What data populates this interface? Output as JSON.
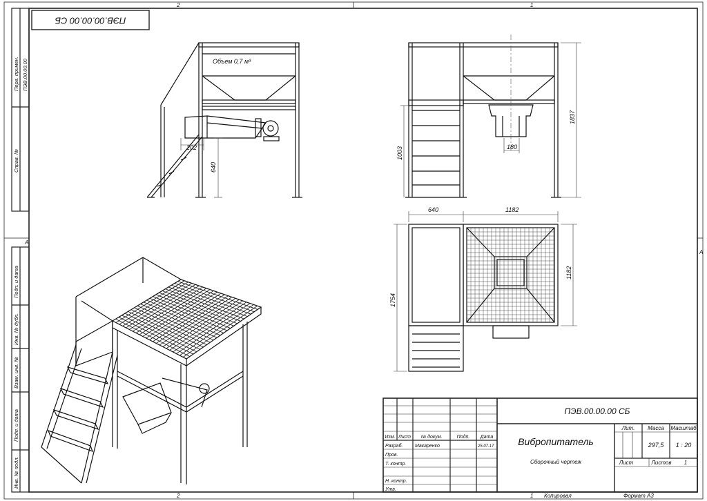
{
  "stamp": "ПЭВ.00.00.00 СБ",
  "zones": {
    "top_left": "2",
    "top_right": "1",
    "bottom_left": "2",
    "bottom_right": "1",
    "left_a": "A",
    "right_a": "A"
  },
  "side_columns": {
    "perv_primen_label": "Перв. примен.",
    "perv_primen_value": "ПЭВ.00.00.00",
    "sprav_label": "Справ. №",
    "podp_data_1": "Подп. и дата",
    "inv_dubl": "Инв. № дубл.",
    "vzam_inv": "Взам. инв. №",
    "podp_data_2": "Подп. и дата",
    "inv_podl": "Инв. № подл."
  },
  "views": {
    "hopper_volume": "Объем 0,7 м³",
    "side_dims": [
      "202",
      "640"
    ],
    "front_dims": [
      "1837",
      "1003",
      "180"
    ],
    "plan_dims": [
      "640",
      "1182",
      "1754",
      "1182"
    ]
  },
  "title_block": {
    "designation": "ПЭВ.00.00.00 СБ",
    "name": "Вибропитатель",
    "doc_type": "Сборочный чертеж",
    "lit_header": "Лит.",
    "mass_header": "Масса",
    "scale_header": "Масштаб",
    "mass_value": "297,5",
    "scale_value": "1 : 20",
    "sheet_label": "Лист",
    "sheets_label": "Листов",
    "sheets_value": "1",
    "col_headers": [
      "Изм.",
      "Лист",
      "№ докум.",
      "Подп.",
      "Дата"
    ],
    "rows": [
      {
        "role": "Разраб.",
        "name": "Макаренко",
        "date": "25.07.17"
      },
      {
        "role": "Пров.",
        "name": "",
        "date": ""
      },
      {
        "role": "Т. контр.",
        "name": "",
        "date": ""
      },
      {
        "role": "",
        "name": "",
        "date": ""
      },
      {
        "role": "Н. контр.",
        "name": "",
        "date": ""
      },
      {
        "role": "Утв.",
        "name": "",
        "date": ""
      }
    ]
  },
  "footer": {
    "copied": "Копировал",
    "format": "Формат А3"
  }
}
